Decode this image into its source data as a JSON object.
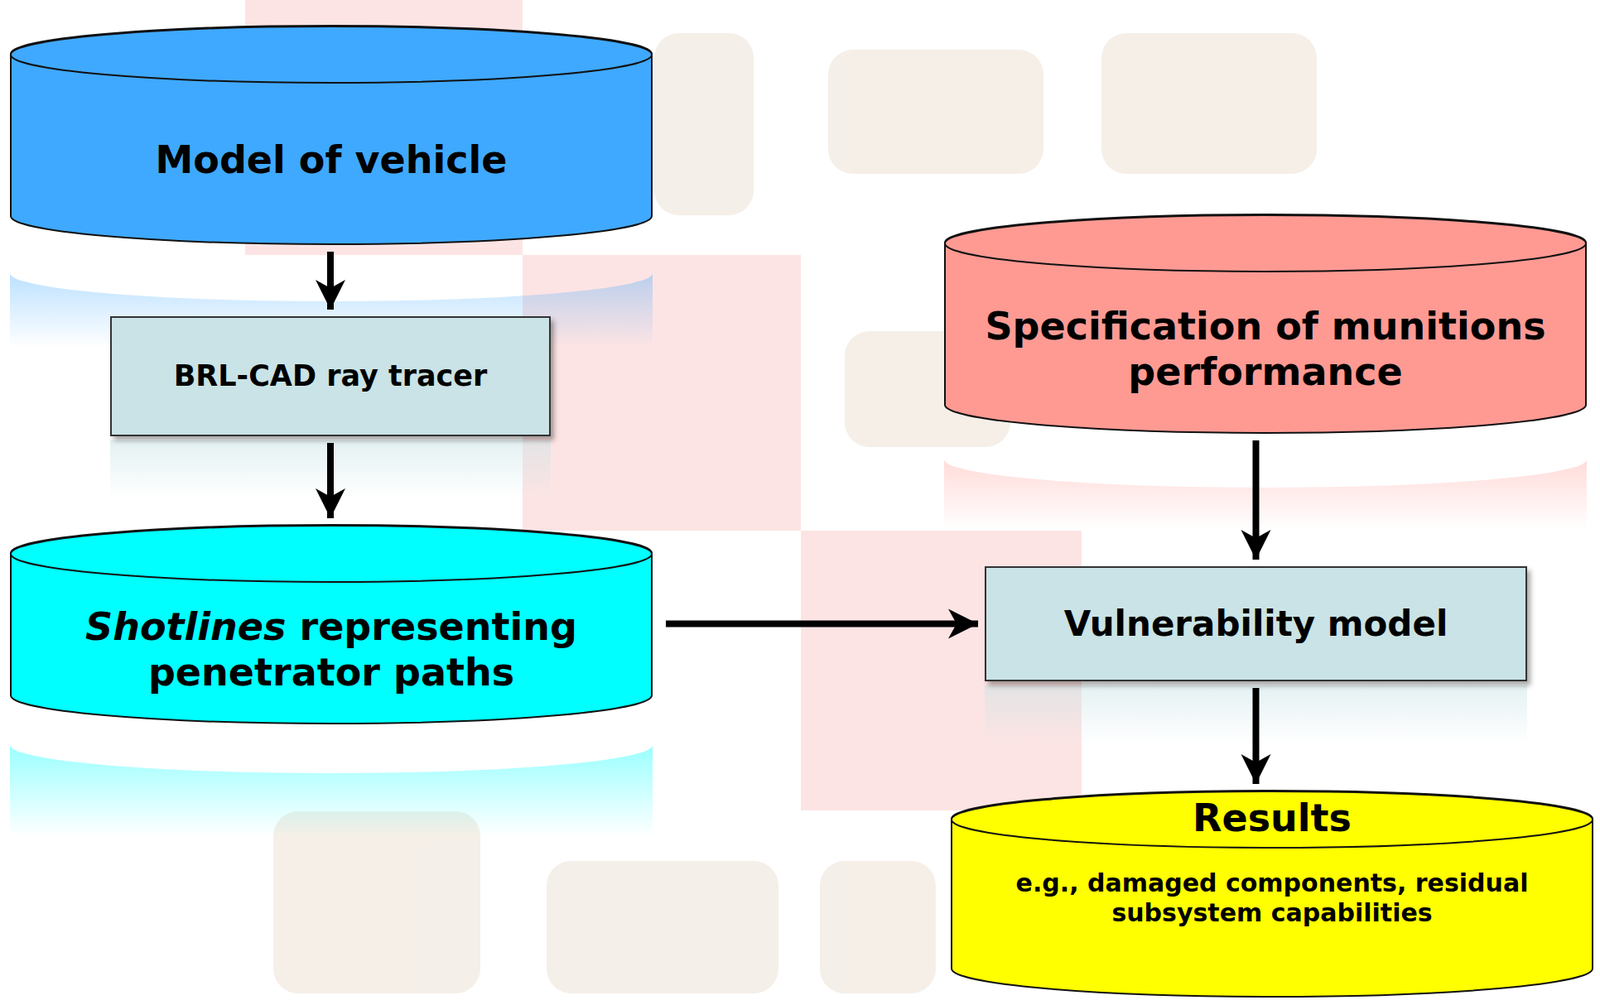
{
  "diagram": {
    "nodes": [
      {
        "text": [
          "Model of vehicle"
        ]
      },
      {
        "text": [
          "BRL-CAD ray tracer"
        ]
      },
      {
        "text": [
          "Shotlines representing penetrator paths"
        ]
      },
      {
        "text": [
          "Specification of munitions performance"
        ]
      },
      {
        "text": [
          "Vulnerability model"
        ]
      },
      {
        "text": [
          "Results",
          "e.g., damaged components, residual subsystem capabilities"
        ]
      }
    ],
    "edges": [
      {
        "from": 0,
        "to": 1,
        "arrow": "to"
      },
      {
        "from": 1,
        "to": 2,
        "arrow": "to"
      },
      {
        "from": 2,
        "to": 4,
        "arrow": "to"
      },
      {
        "from": 3,
        "to": 4,
        "arrow": "to"
      },
      {
        "from": 4,
        "to": 5,
        "arrow": "to"
      }
    ]
  }
}
